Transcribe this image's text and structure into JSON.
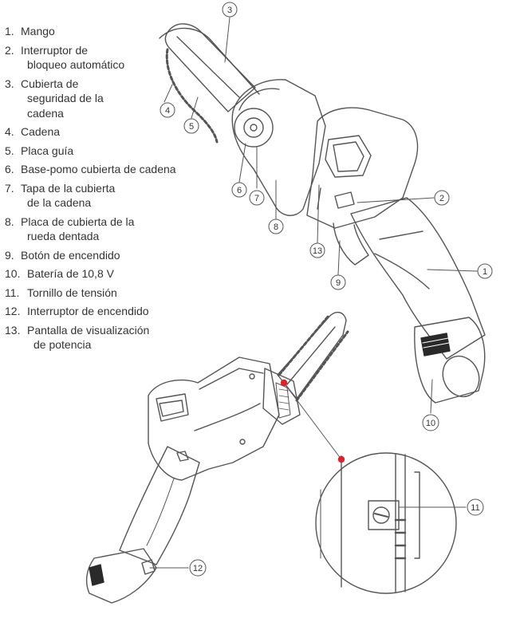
{
  "legend": [
    {
      "num": "1.",
      "lines": [
        "Mango"
      ]
    },
    {
      "num": "2.",
      "lines": [
        "Interruptor de",
        "bloqueo automático"
      ]
    },
    {
      "num": "3.",
      "lines": [
        "Cubierta de",
        "seguridad de la",
        "cadena"
      ]
    },
    {
      "num": "4.",
      "lines": [
        "Cadena"
      ]
    },
    {
      "num": "5.",
      "lines": [
        "Placa guía"
      ]
    },
    {
      "num": "6.",
      "lines": [
        "Base-pomo cubierta de cadena"
      ]
    },
    {
      "num": "7.",
      "lines": [
        "Tapa de la cubierta",
        "de la cadena"
      ]
    },
    {
      "num": "8.",
      "lines": [
        "Placa de cubierta de la",
        "rueda dentada"
      ]
    },
    {
      "num": "9.",
      "lines": [
        "Botón de encendido"
      ]
    },
    {
      "num": "10.",
      "lines": [
        "Batería de 10,8 V"
      ]
    },
    {
      "num": "11.",
      "lines": [
        "Tornillo de tensión"
      ]
    },
    {
      "num": "12.",
      "lines": [
        "Interruptor de encendido"
      ]
    },
    {
      "num": "13.",
      "lines": [
        "Pantalla de visualización",
        "de potencia"
      ]
    }
  ],
  "callouts": {
    "c1": "1",
    "c2": "2",
    "c3": "3",
    "c4": "4",
    "c5": "5",
    "c6": "6",
    "c7": "7",
    "c8": "8",
    "c9": "9",
    "c10": "10",
    "c11": "11",
    "c12": "12",
    "c13": "13"
  },
  "colors": {
    "line": "#555555",
    "accent": "#e0202a",
    "battery": "#2a2a2a"
  }
}
